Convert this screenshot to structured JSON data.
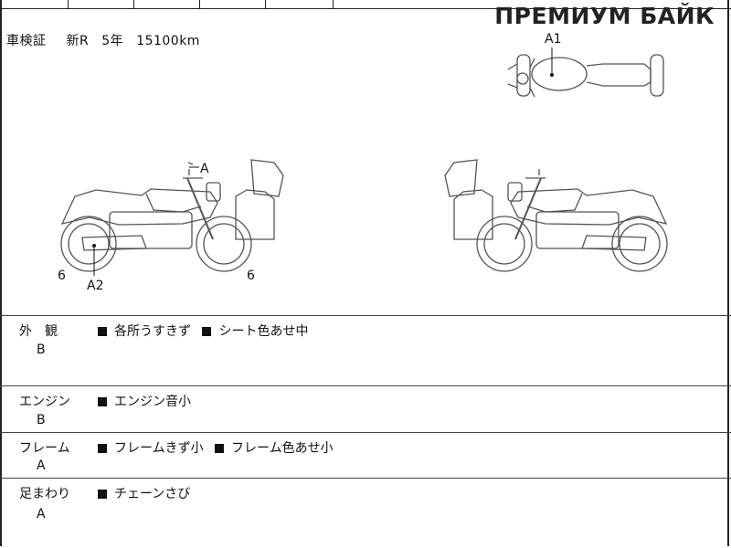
{
  "brand": "ПРЕМИУМ БАЙК",
  "inspection": {
    "label": "車検証",
    "condition": "新R",
    "age": "5年",
    "mileage": "15100",
    "mileage_unit": "km"
  },
  "diagram_labels": {
    "top_view": "A1",
    "mirror": "A",
    "exhaust": "A2",
    "front_wheel": "6",
    "rear_wheel": "6"
  },
  "sections": [
    {
      "label": "外　観",
      "grade": "B",
      "notes": [
        "各所うすきず",
        "シート色あせ中"
      ]
    },
    {
      "label": "エンジン",
      "grade": "B",
      "notes": [
        "エンジン音小"
      ]
    },
    {
      "label": "フレーム",
      "grade": "A",
      "notes": [
        "フレームきず小",
        "フレーム色あせ小"
      ]
    },
    {
      "label": "足まわり",
      "grade": "A",
      "notes": [
        "チェーンさび"
      ]
    }
  ]
}
